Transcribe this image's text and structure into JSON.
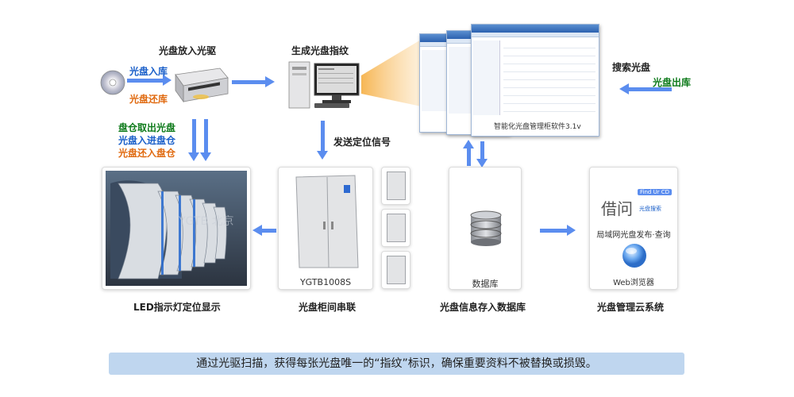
{
  "labels": {
    "put_in_drive": "光盘放入光驱",
    "gen_fingerprint": "生成光盘指纹",
    "search_disc": "搜索光盘",
    "disc_checkout_right": "光盘出库",
    "disc_checkin": "光盘入库",
    "disc_return": "光盘还库",
    "tray_out": "盘仓取出光盘",
    "disc_into_tray": "光盘入进盘仓",
    "disc_back_tray": "光盘还入盘仓",
    "send_signal": "发送定位信号",
    "led_display": "LED指示灯定位显示",
    "cabinet_chain": "光盘柜间串联",
    "info_to_db": "光盘信息存入数据库",
    "cloud_system": "光盘管理云系统"
  },
  "software_window_title": "智能化光盘管理柜软件3.1v",
  "cabinet_model": "YGTB1008S",
  "watermark": "YGTB 北京",
  "database_label": "数据库",
  "cloud_card": {
    "brand": "借问",
    "brand_badge": "Find Ur CD",
    "brand_sub": "光盘搜索",
    "tagline": "局域网光盘发布·查询",
    "browser_label": "Web浏览器"
  },
  "caption": "通过光驱扫描，获得每张光盘唯一的“指纹”标识，确保重要资料不被替换或损毁。",
  "colors": {
    "arrow_blue": "#5b8def",
    "label_blue": "#1a5fc9",
    "label_orange": "#e06a10",
    "label_green": "#0d7a1a",
    "caption_bg": "#bfd6ef",
    "beam": "#f6c27a"
  }
}
